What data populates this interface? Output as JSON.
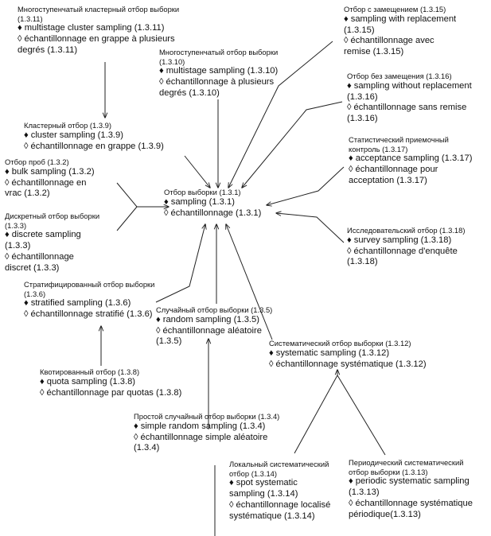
{
  "markers": {
    "english": "♦",
    "french": "◊"
  },
  "nodes": {
    "sampling": {
      "ru": "Отбор выборки (1.3.1)",
      "en": "sampling (1.3.1)",
      "fr": "échantillonnage (1.3.1)"
    },
    "multistage_cluster": {
      "ru": "Многоступенчатый кластерный отбор выборки (1.3.11)",
      "en": "multistage cluster sampling (1.3.11)",
      "fr": "échantillonnage en grappe à plusieurs degrés (1.3.11)"
    },
    "multistage": {
      "ru": "Многоступенчатый отбор выборки (1.3.10)",
      "en": "multistage sampling (1.3.10)",
      "fr": "échantillonnage à plusieurs degrés (1.3.10)"
    },
    "with_replacement": {
      "ru": "Отбор с замещением (1.3.15)",
      "en": "sampling with replacement (1.3.15)",
      "fr": "échantillonnage avec remise (1.3.15)"
    },
    "without_replacement": {
      "ru": "Отбор без замещения (1.3.16)",
      "en": "sampling without replacement (1.3.16)",
      "fr": "échantillonnage sans remise (1.3.16)"
    },
    "cluster": {
      "ru": "Кластерный отбор (1.3.9)",
      "en": "cluster sampling (1.3.9)",
      "fr": "échantillonnage en grappe (1.3.9)"
    },
    "acceptance": {
      "ru": "Статистический приемочный контроль (1.3.17)",
      "en": "acceptance sampling (1.3.17)",
      "fr": "échantillonnage pour acceptation (1.3.17)"
    },
    "bulk": {
      "ru": "Отбор проб (1.3.2)",
      "en": "bulk sampling (1.3.2)",
      "fr": "échantillonnage en vrac (1.3.2)"
    },
    "discrete": {
      "ru": "Дискретный отбор выборки (1.3.3)",
      "en": "discrete sampling (1.3.3)",
      "fr": "échantillonnage discret (1.3.3)"
    },
    "survey": {
      "ru": "Исследовательский отбор (1.3.18)",
      "en": "survey sampling (1.3.18)",
      "fr": "échantillonnage d'enquête (1.3.18)"
    },
    "stratified": {
      "ru": "Стратифицированный отбор выборки (1.3.6)",
      "en": "stratified sampling (1.3.6)",
      "fr": "échantillonnage stratifié (1.3.6)"
    },
    "random": {
      "ru": "Случайный отбор выборки (1.3.5)",
      "en": "random sampling (1.3.5)",
      "fr": "échantillonnage aléatoire (1.3.5)"
    },
    "systematic": {
      "ru": "Систематический отбор выборки (1.3.12)",
      "en": "systematic sampling (1.3.12)",
      "fr": "échantillonnage systématique (1.3.12)"
    },
    "quota": {
      "ru": "Квотированный отбор (1.3.8)",
      "en": "quota sampling (1.3.8)",
      "fr": "échantillonnage par quotas (1.3.8)"
    },
    "simple_random": {
      "ru": "Простой случайный отбор выборки (1.3.4)",
      "en": "simple random sampling (1.3.4)",
      "fr": "échantillonnage simple aléatoire (1.3.4)"
    },
    "spot_systematic": {
      "ru": "Локальный систематический отбор (1.3.14)",
      "en": "spot systematic sampling (1.3.14)",
      "fr": "échantillonnage localisé systématique (1.3.14)"
    },
    "periodic_systematic": {
      "ru": "Периодический систематический отбор выборки (1.3.13)",
      "en": "periodic systematic sampling (1.3.13)",
      "fr": "échantillonnage systématique périodique(1.3.13)"
    }
  }
}
